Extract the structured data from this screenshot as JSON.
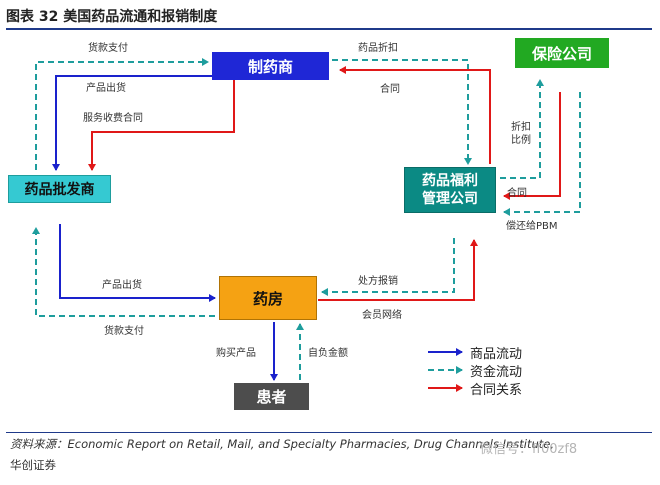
{
  "header": {
    "title": "图表 32   美国药品流通和报销制度"
  },
  "nodes": {
    "manufacturer": "制药商",
    "insurer": "保险公司",
    "wholesaler": "药品批发商",
    "pbm_line1": "药品福利",
    "pbm_line2": "管理公司",
    "pharmacy": "药房",
    "patient": "患者"
  },
  "edge_labels": {
    "payment_top": "货款支付",
    "product_shipment_top": "产品出货",
    "service_fee_contract": "服务收费合同",
    "drug_rebate": "药品折扣",
    "contract_top": "合同",
    "rebate_ratio_line1": "折扣",
    "rebate_ratio_line2": "比例",
    "contract_right": "合同",
    "repay_pbm": "偿还给PBM",
    "product_shipment_bottom": "产品出货",
    "payment_bottom": "货款支付",
    "prescription_reimburse": "处方报销",
    "member_network": "会员网络",
    "buy_product": "购买产品",
    "copay": "自负金额"
  },
  "legend": {
    "goods_flow": "商品流动",
    "funds_flow": "资金流动",
    "contract_relation": "合同关系"
  },
  "footer": {
    "source": "资料来源：Economic Report on Retail, Mail, and Specialty Pharmacies, Drug Channels Institute,",
    "org": "华创证券",
    "watermark": "微信号：ff00zf8"
  },
  "colors": {
    "blue_flow": "#1a22cc",
    "teal_flow": "#1e9d9d",
    "red_flow": "#e01818",
    "node_blue": "#1f27d6",
    "node_green": "#22a922",
    "node_teal": "#0b8a84",
    "node_orange": "#f5a213",
    "node_gray": "#4d4d4d",
    "node_cyan": "#35c9d2"
  }
}
